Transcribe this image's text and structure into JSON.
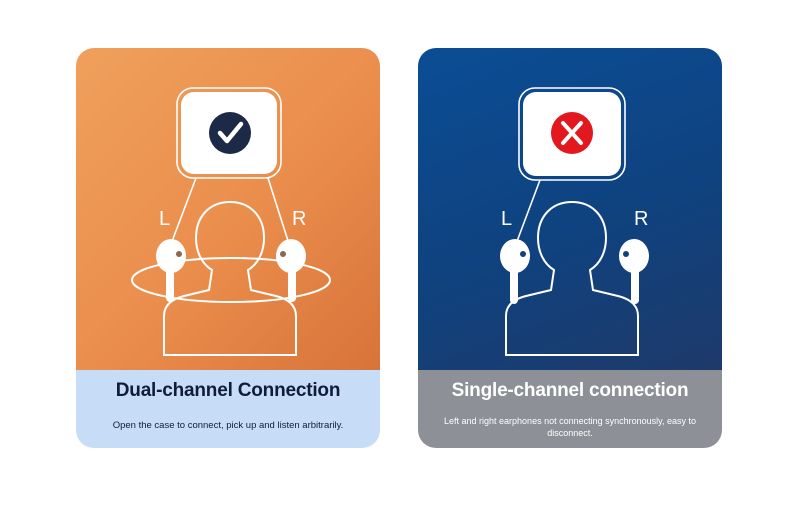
{
  "cards": [
    {
      "title": "Dual-channel Connection",
      "description": "Open the case to connect, pick up and listen arbitrarily.",
      "left_label": "L",
      "right_label": "R",
      "status_icon": "check-icon",
      "colors": {
        "top": "#ea8d4c",
        "caption_bg": "#c7dcf7",
        "badge": "#1c2a47"
      }
    },
    {
      "title": "Single-channel connection",
      "description": "Left and right earphones not connecting synchronously, easy to disconnect.",
      "left_label": "L",
      "right_label": "R",
      "status_icon": "cross-icon",
      "colors": {
        "top": "#0f427f",
        "caption_bg": "#8d9096",
        "badge": "#e3171e"
      }
    }
  ]
}
